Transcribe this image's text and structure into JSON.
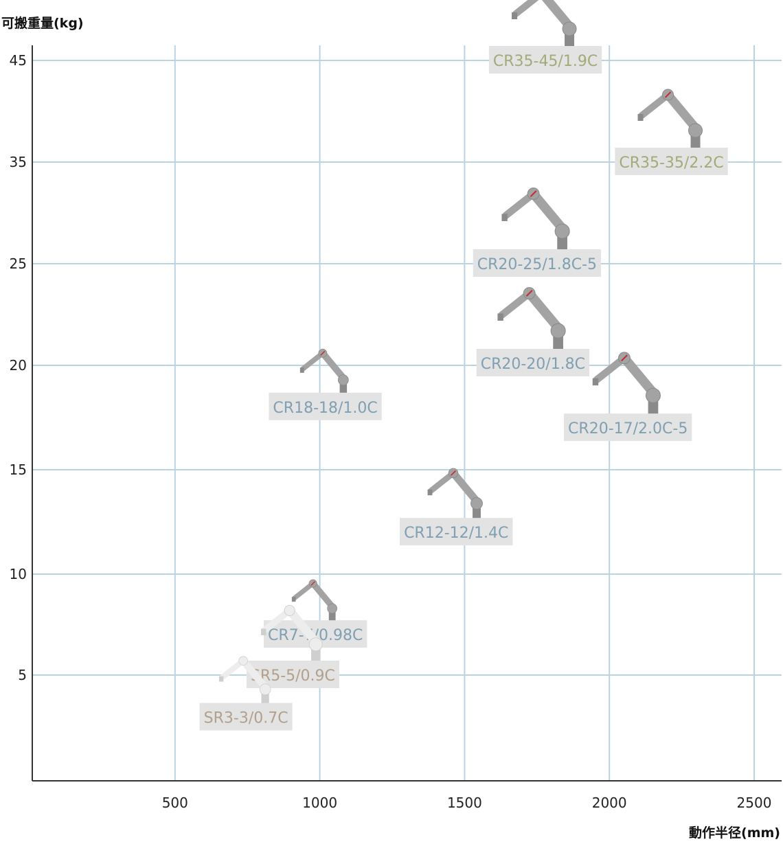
{
  "chart_data": {
    "type": "scatter",
    "ylabel": "可搬重量(kg)",
    "xlabel": "動作半径(mm)",
    "xticks": [
      "500",
      "1000",
      "1500",
      "2000",
      "2500"
    ],
    "yticks": [
      "5",
      "10",
      "15",
      "20",
      "25",
      "35",
      "45"
    ],
    "grid": true,
    "colors": {
      "grid": "#b9d3e3",
      "axis": "#333333",
      "label_bg": "#e3e3e3",
      "cr_gray": "#a3a3a3",
      "sr_white": "#ededed",
      "olive_text": "#a2ab77",
      "blue_text": "#7f9fb2",
      "brown_text": "#b29f8c"
    },
    "points": [
      {
        "name": "CR35-45/1.9C",
        "reach": 1900,
        "payload": 45,
        "group": "olive",
        "robot": "gray"
      },
      {
        "name": "CR35-35/2.2C",
        "reach": 2200,
        "payload": 35,
        "group": "olive",
        "robot": "gray"
      },
      {
        "name": "CR20-25/1.8C-5",
        "reach": 1800,
        "payload": 25,
        "group": "blue",
        "robot": "gray"
      },
      {
        "name": "CR20-20/1.8C",
        "reach": 1800,
        "payload": 20,
        "group": "blue",
        "robot": "gray"
      },
      {
        "name": "CR20-17/2.0C-5",
        "reach": 2000,
        "payload": 17,
        "group": "blue",
        "robot": "gray"
      },
      {
        "name": "CR18-18/1.0C",
        "reach": 1000,
        "payload": 18,
        "group": "blue",
        "robot": "gray"
      },
      {
        "name": "CR12-12/1.4C",
        "reach": 1400,
        "payload": 12,
        "group": "blue",
        "robot": "gray"
      },
      {
        "name": "CR7-7/0.98C",
        "reach": 980,
        "payload": 7,
        "group": "blue",
        "robot": "gray"
      },
      {
        "name": "SR5-5/0.9C",
        "reach": 900,
        "payload": 5,
        "group": "brown",
        "robot": "white"
      },
      {
        "name": "SR3-3/0.7C",
        "reach": 700,
        "payload": 3,
        "group": "brown",
        "robot": "white"
      }
    ]
  }
}
